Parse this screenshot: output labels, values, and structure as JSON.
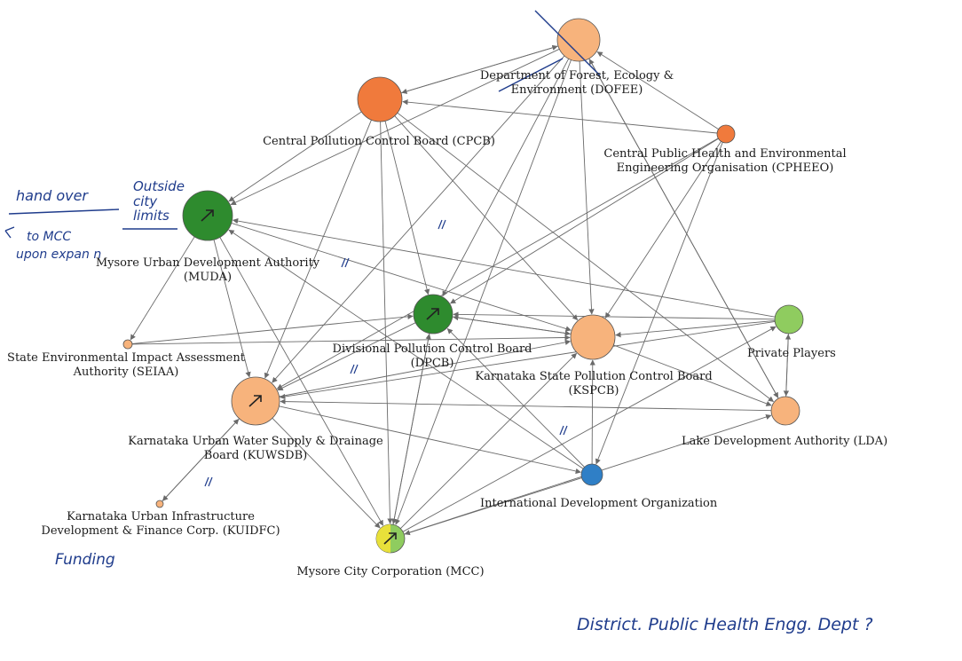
{
  "colors": {
    "orange_dark": "#f07a3c",
    "orange_light": "#f7b37c",
    "green_dark": "#2e8b2e",
    "green_light": "#8fcc5f",
    "blue": "#2f7fc6",
    "yellow": "#e8e03a",
    "edge": "#6a6a6a",
    "ink": "#1f3c8c"
  },
  "nodes": [
    {
      "id": "dofee",
      "lines": [
        "Department of Forest, Ecology &",
        "Environment (DOFEE)"
      ]
    },
    {
      "id": "cpcb",
      "lines": [
        "Central Pollution Control Board (CPCB)"
      ]
    },
    {
      "id": "cpheeo",
      "lines": [
        "Central Public Health and Environmental",
        "Engineering Organisation (CPHEEO)"
      ]
    },
    {
      "id": "muda",
      "lines": [
        "Mysore Urban Development Authority",
        "(MUDA)"
      ]
    },
    {
      "id": "dpcb",
      "lines": [
        "Divisional Pollution Control Board",
        "(DPCB)"
      ]
    },
    {
      "id": "ksp",
      "lines": [
        "Karnataka State Pollution Control Board",
        "(KSPCB)"
      ]
    },
    {
      "id": "private",
      "lines": [
        "Private Players"
      ]
    },
    {
      "id": "seiaa",
      "lines": [
        "State Environmental Impact Assessment",
        "Authority (SEIAA)"
      ]
    },
    {
      "id": "kuwsdb",
      "lines": [
        "Karnataka Urban Water Supply & Drainage",
        "Board (KUWSDB)"
      ]
    },
    {
      "id": "lda",
      "lines": [
        "Lake Development Authority (LDA)"
      ]
    },
    {
      "id": "ido",
      "lines": [
        "International Development Organization"
      ]
    },
    {
      "id": "kuidfc",
      "lines": [
        "Karnataka Urban Infrastructure",
        "Development & Finance Corp. (KUIDFC)"
      ]
    },
    {
      "id": "mcc",
      "lines": [
        "Mysore City Corporation (MCC)"
      ]
    }
  ],
  "annotations": {
    "outside_city": "Outside city limits",
    "hand_over_1": "hand over",
    "hand_over_2": "to MCC",
    "hand_over_3": "upon expan n",
    "funding": "Funding",
    "footer": "District. Public Health Engg. Dept ?"
  }
}
